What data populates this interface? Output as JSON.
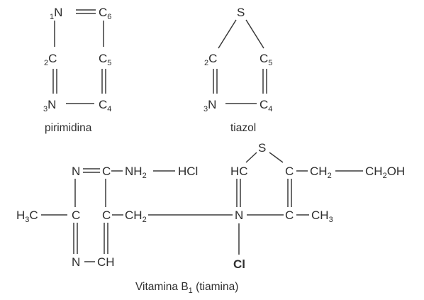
{
  "pyrimidine": {
    "n1_num": "1",
    "n1": "N",
    "c6": "C",
    "c6_num": "6",
    "c2_num": "2",
    "c2": "C",
    "c5": "C",
    "c5_num": "5",
    "n3_num": "3",
    "n3": "N",
    "c4": "C",
    "c4_num": "4",
    "caption": "pirimidina"
  },
  "thiazole": {
    "s": "S",
    "c2_num": "2",
    "c2": "C",
    "c5": "C",
    "c5_num": "5",
    "n3_num": "3",
    "n3": "N",
    "c4": "C",
    "c4_num": "4",
    "caption": "tiazol"
  },
  "thiamine": {
    "n_top": "N",
    "c_top": "C",
    "nh2": "NH",
    "nh2_sub": "2",
    "hcl": "HCl",
    "h3c": "H",
    "h3c_sub": "3",
    "h3c_c": "C",
    "c_methyl": "C",
    "c_bridge": "C",
    "ch2_bridge": "CH",
    "ch2_bridge_sub": "2",
    "n_bottom": "N",
    "ch_bottom": "CH",
    "s": "S",
    "hc": "HC",
    "c_chain": "C",
    "ch2_a": "CH",
    "ch2_a_sub": "2",
    "ch2oh": "CH",
    "ch2oh_sub": "2",
    "ch2oh_oh": "OH",
    "n_thiazole": "N",
    "c_methyl2": "C",
    "ch3": "CH",
    "ch3_sub": "3",
    "cl": "Cl",
    "caption_main": "Vitamina B",
    "caption_sub": "1",
    "caption_tail": " (tiamina)"
  }
}
